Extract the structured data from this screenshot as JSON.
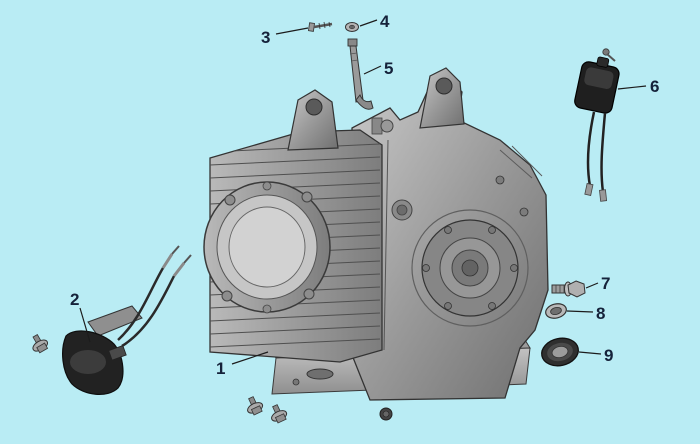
{
  "diagram": {
    "background_color": "#b9ecf4",
    "callout_color": "#15223a",
    "line_color": "#1c1c1c",
    "callouts": [
      {
        "label": "1"
      },
      {
        "label": "2"
      },
      {
        "label": "3"
      },
      {
        "label": "4"
      },
      {
        "label": "5"
      },
      {
        "label": "6"
      },
      {
        "label": "7"
      },
      {
        "label": "8"
      },
      {
        "label": "9"
      }
    ]
  }
}
